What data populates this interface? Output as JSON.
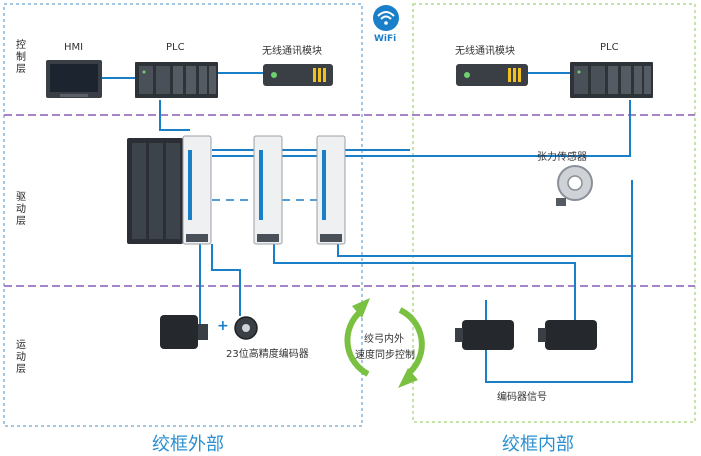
{
  "wifi": {
    "label": "WiFi",
    "color": "#1a7fc9"
  },
  "layers": {
    "control": "控\n制\n层",
    "drive": "驱\n动\n层",
    "motion": "运\n动\n层"
  },
  "devices": {
    "hmi": "HMI",
    "plc_outer": "PLC",
    "wireless_outer": "无线通讯模块",
    "wireless_inner": "无线通讯模块",
    "plc_inner": "PLC",
    "tension_sensor": "张力传感器",
    "encoder_23bit": "23位高精度编码器",
    "plus_sign": "+"
  },
  "sync_label_line1": "绞弓内外",
  "sync_label_line2": "速度同步控制",
  "encoder_signal": "编码器信号",
  "regions": {
    "outer": "绞框外部",
    "inner": "绞框内部"
  },
  "colors": {
    "line": "#1a7fc9",
    "layer_divider": "#8a5cb8",
    "outer_border": "#4a90c8",
    "inner_border": "#8cc850",
    "sync_arrow": "#7ac142"
  }
}
